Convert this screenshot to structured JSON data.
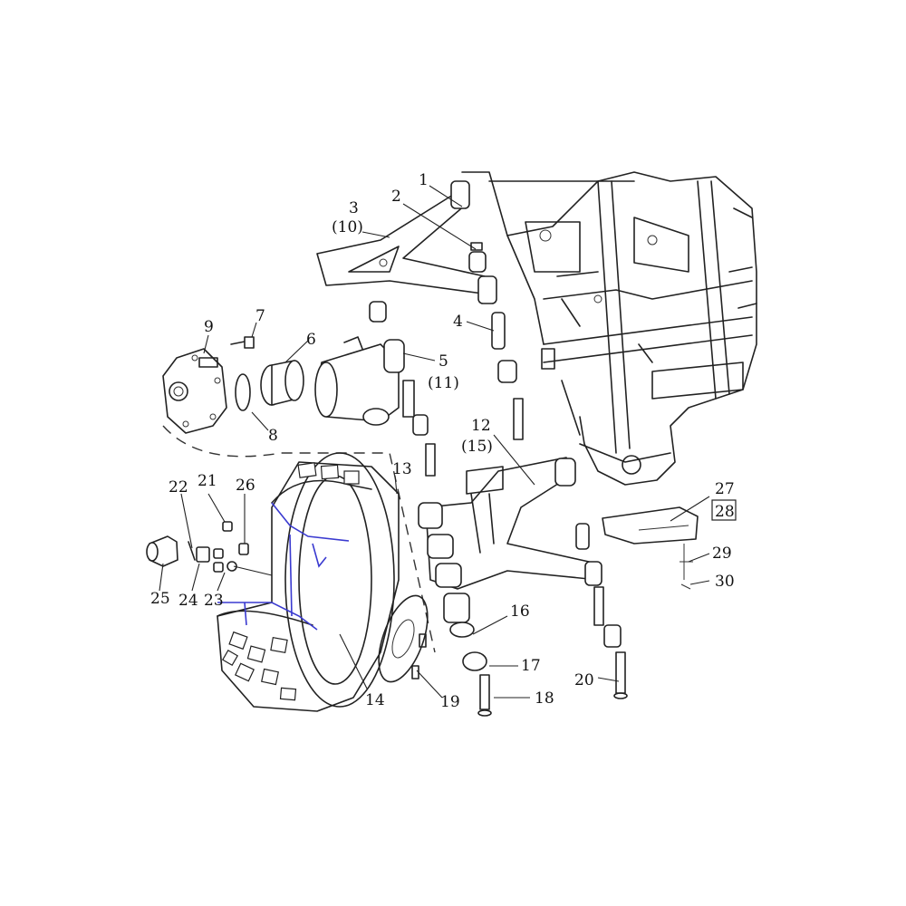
{
  "callouts": {
    "c1": "1",
    "c2": "2",
    "c3": "3",
    "c3b": "(10)",
    "c4": "4",
    "c5": "5",
    "c5b": "(11)",
    "c6": "6",
    "c7": "7",
    "c8": "8",
    "c9": "9",
    "c12": "12",
    "c12b": "(15)",
    "c13": "13",
    "c14": "14",
    "c16": "16",
    "c17": "17",
    "c18": "18",
    "c19": "19",
    "c20": "20",
    "c21": "21",
    "c22": "22",
    "c23": "23",
    "c24": "24",
    "c25": "25",
    "c26": "26",
    "c27": "27",
    "c28": "28",
    "c29": "29",
    "c30": "30"
  },
  "colors": {
    "line": "#222222",
    "highlight": "#3a3ad0",
    "background": "#ffffff"
  }
}
